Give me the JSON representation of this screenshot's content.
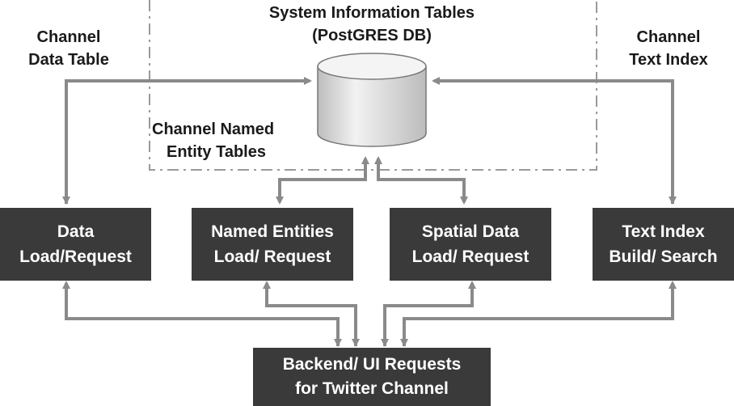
{
  "diagram": {
    "db_title_line1": "System Information Tables",
    "db_title_line2": "(PostGRES DB)",
    "left_label_line1": "Channel",
    "left_label_line2": "Data Table",
    "right_label_line1": "Channel",
    "right_label_line2": "Text Index",
    "entity_label_line1": "Channel Named",
    "entity_label_line2": "Entity Tables",
    "boxes": [
      {
        "line1": "Data",
        "line2": "Load/Request"
      },
      {
        "line1": "Named Entities",
        "line2": "Load/ Request"
      },
      {
        "line1": "Spatial Data",
        "line2": "Load/ Request"
      },
      {
        "line1": "Text Index",
        "line2": "Build/ Search"
      }
    ],
    "backend": {
      "line1": "Backend/ UI Requests",
      "line2": "for Twitter Channel"
    }
  },
  "colors": {
    "box_fill": "#3a3a3a",
    "arrow": "#8a8a8a",
    "dashed_border": "#9a9a9a",
    "cylinder": "#e0e0e0"
  }
}
